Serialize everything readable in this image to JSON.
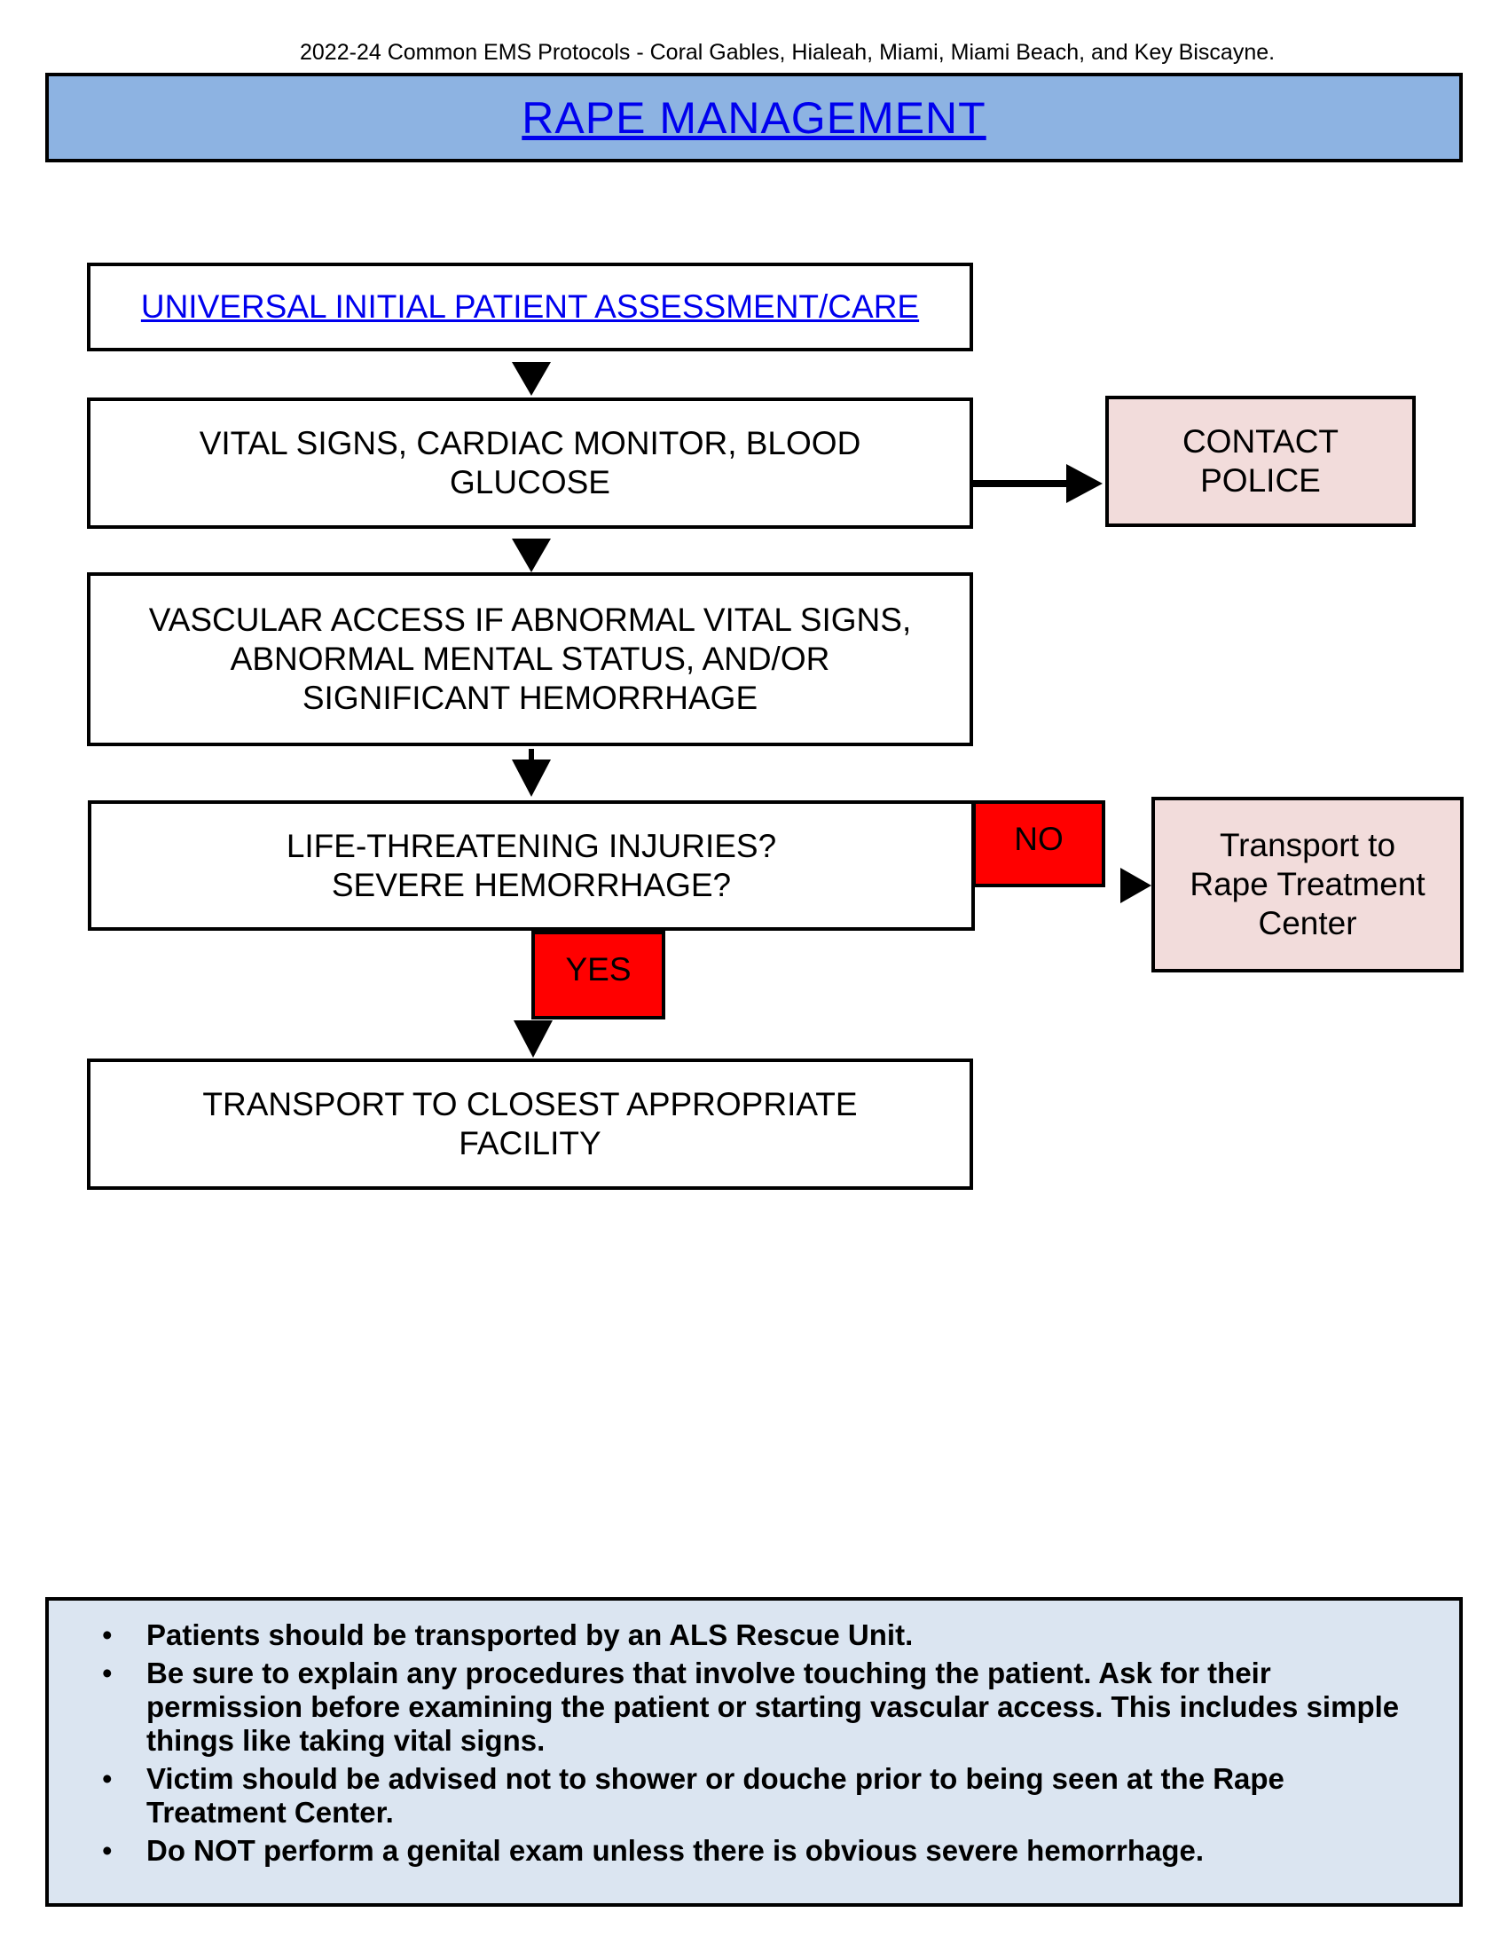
{
  "header": {
    "text": "2022-24 Common EMS Protocols - Coral Gables, Hialeah, Miami, Miami Beach, and Key Biscayne."
  },
  "title": "RAPE MANAGEMENT",
  "flow": {
    "initial": "UNIVERSAL INITIAL PATIENT ASSESSMENT/CARE",
    "vitals": "VITAL SIGNS, CARDIAC MONITOR, BLOOD\nGLUCOSE",
    "police": "CONTACT\nPOLICE",
    "vascular": "VASCULAR ACCESS IF ABNORMAL VITAL SIGNS,\nABNORMAL MENTAL STATUS, AND/OR\nSIGNIFICANT HEMORRHAGE",
    "question": "LIFE-THREATENING INJURIES?\nSEVERE HEMORRHAGE?",
    "no_label": "NO",
    "yes_label": "YES",
    "rape_center": "Transport to\nRape Treatment\nCenter",
    "closest": "TRANSPORT TO CLOSEST APPROPRIATE\nFACILITY"
  },
  "notes": [
    "Patients should be transported by an ALS Rescue Unit.",
    "Be sure to explain any procedures that involve touching the patient. Ask for their permission before examining the patient or starting vascular access. This includes simple things like taking vital signs.",
    "Victim should be advised not to shower or douche prior to being seen at the Rape Treatment Center.",
    "Do NOT perform a genital exam unless there is obvious severe hemorrhage."
  ],
  "colors": {
    "title_bar": "#8db3e2",
    "pink_box": "#f2dcdb",
    "red_label": "#ff0000",
    "notes_bg": "#dbe5f1",
    "link": "#0000ee"
  }
}
